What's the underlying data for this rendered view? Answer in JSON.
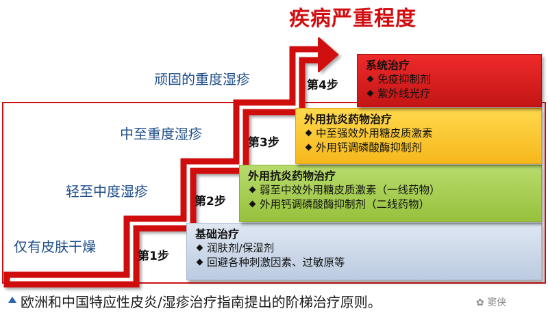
{
  "title": "疾病严重程度",
  "levels": {
    "l1": "仅有皮肤干燥",
    "l2": "轻至中度湿疹",
    "l3": "中至重度湿疹",
    "l4": "顽固的重度湿疹"
  },
  "steps": {
    "s1": "第1步",
    "s2": "第2步",
    "s3": "第3步",
    "s4": "第4步"
  },
  "boxes": {
    "b1": {
      "title": "基础治疗",
      "items": [
        "润肤剂/保湿剂",
        "回避各种刺激因素、过敏原等"
      ]
    },
    "b2": {
      "title": "外用抗炎药物治疗",
      "items": [
        "弱至中效外用糖皮质激素（一线药物）",
        "外用钙调磷酸酶抑制剂（二线药物）"
      ]
    },
    "b3": {
      "title": "外用抗炎药物治疗",
      "items": [
        "中至强效外用糖皮质激素",
        "外用钙调磷酸酶抑制剂"
      ]
    },
    "b4": {
      "title": "系统治疗",
      "items": [
        "免疫抑制剂",
        "紫外线光疗"
      ]
    }
  },
  "footer": "欧洲和中国特应性皮炎/湿疹治疗指南提出的阶梯治疗原则。",
  "watermark": "窦侠",
  "colors": {
    "accent_red": "#d10d10",
    "level_text": "#1f4e8a",
    "step_basic": "#c9d6ea",
    "step_green": "#a6cc4e",
    "step_yellow": "#fbc731",
    "step_red": "#dc1f1f"
  }
}
